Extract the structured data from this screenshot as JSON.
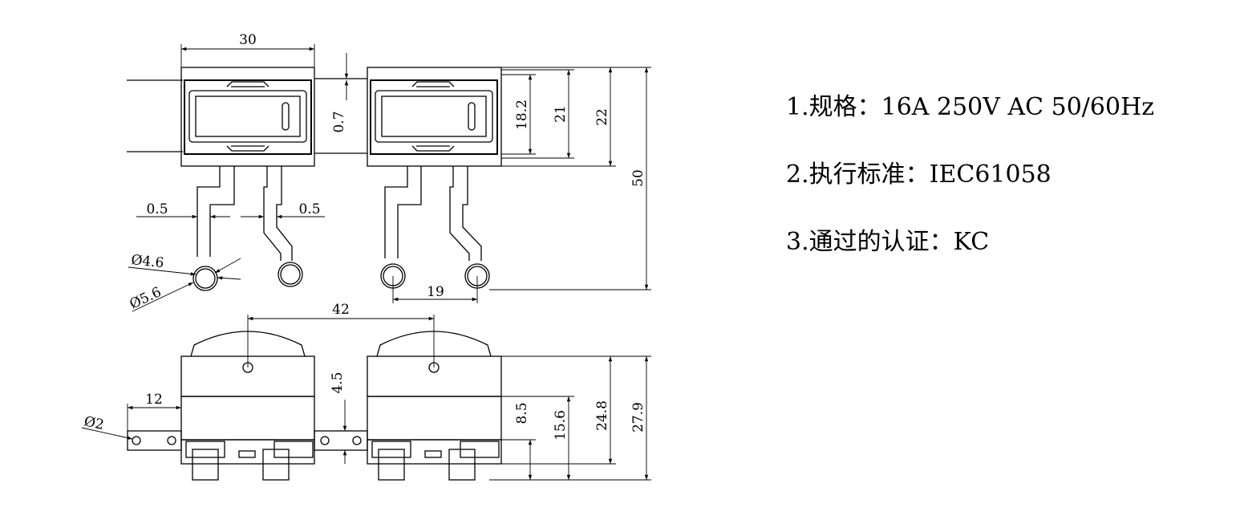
{
  "drawing": {
    "top_view_dims": {
      "width_30": "30",
      "gap_0_7": "0.7",
      "height_18_2": "18.2",
      "height_21": "21",
      "height_22": "22",
      "overall_50": "50",
      "lead_0_5_left": "0.5",
      "lead_0_5_right": "0.5",
      "ring_d4_6": "Ø4.6",
      "ring_d5_6": "Ø5.6",
      "ring_pitch_19": "19"
    },
    "side_view_dims": {
      "pitch_42": "42",
      "offset_12": "12",
      "hole_d2": "Ø2",
      "height_4_5": "4.5",
      "height_8_5": "8.5",
      "height_15_6": "15.6",
      "height_24_8": "24.8",
      "height_27_9": "27.9"
    }
  },
  "specs": {
    "line1": "1.规格：16A 250V AC 50/60Hz",
    "line2": "2.执行标准：IEC61058",
    "line3": "3.通过的认证：KC"
  }
}
